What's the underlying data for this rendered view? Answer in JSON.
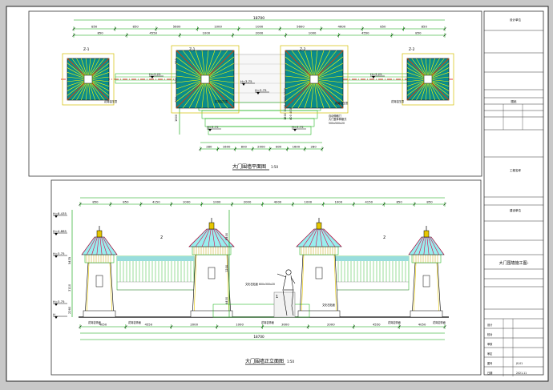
{
  "plan": {
    "title": "大门围墙平面图",
    "scale": "1:50",
    "overall_dim": "18700",
    "dims_row1": [
      "850",
      "850",
      "5600",
      "1000",
      "1000",
      "5600",
      "4600",
      "850",
      "850"
    ],
    "dims_row2": [
      "850",
      "4550",
      "1000",
      "2000",
      "1000",
      "4550",
      "850"
    ],
    "sections": [
      "Z-1",
      "Z-1",
      "Z-2",
      "Z-2"
    ],
    "elevations": [
      "H=3.25",
      "H=3.75",
      "H=3.75",
      "H=3.75",
      "H=3.25",
      "H=3.75"
    ],
    "bottom_dims": [
      "280",
      "1600",
      "800",
      "2000",
      "800",
      "1600",
      "280"
    ],
    "notes": [
      "花岗岩压顶",
      "花岗岩压顶",
      "花岗岩压顶",
      "花岗岩压顶",
      "自动伸缩门",
      "大门整体伸缩式",
      "500x500x20"
    ],
    "vert_dims": [
      "880",
      "600",
      "400",
      "1600"
    ]
  },
  "elevation": {
    "title": "大门围墙正立面图",
    "scale": "1:50",
    "top_dims": [
      "850",
      "850",
      "4150",
      "1000",
      "1000",
      "2000",
      "4000",
      "1000",
      "1000",
      "4150",
      "850",
      "850"
    ],
    "left_levels": [
      "H=8.435",
      "H=4.885",
      "H=3.75",
      "H=3.75",
      "H"
    ],
    "left_dims": [
      "5435",
      "3110",
      "2260"
    ],
    "mid_dims": [
      "4400",
      "1200",
      "5400"
    ],
    "bottom_dims": [
      "4050",
      "4550",
      "2000",
      "1000",
      "3000",
      "2000",
      "4550",
      "4050"
    ],
    "overall_bottom": "18700",
    "labels": [
      "2",
      "1",
      "2"
    ],
    "notes": [
      "花岗岩饰面",
      "花岗岩饰面",
      "花岗岩饰面",
      "花岗岩饰面",
      "花岗岩饰面",
      "文化石贴面 600x300x20",
      "文化石贴面"
    ]
  },
  "titleblock": {
    "rows": [
      "设计单位",
      "工程名称",
      "建设单位"
    ],
    "drawing_name": "大门围墙施工图-",
    "fields": [
      "设计",
      "校对",
      "审核",
      "审定",
      "图号",
      "日期"
    ],
    "values": [
      "",
      "",
      "",
      "",
      "JS-01",
      "2021.11"
    ],
    "header": "图纸"
  }
}
